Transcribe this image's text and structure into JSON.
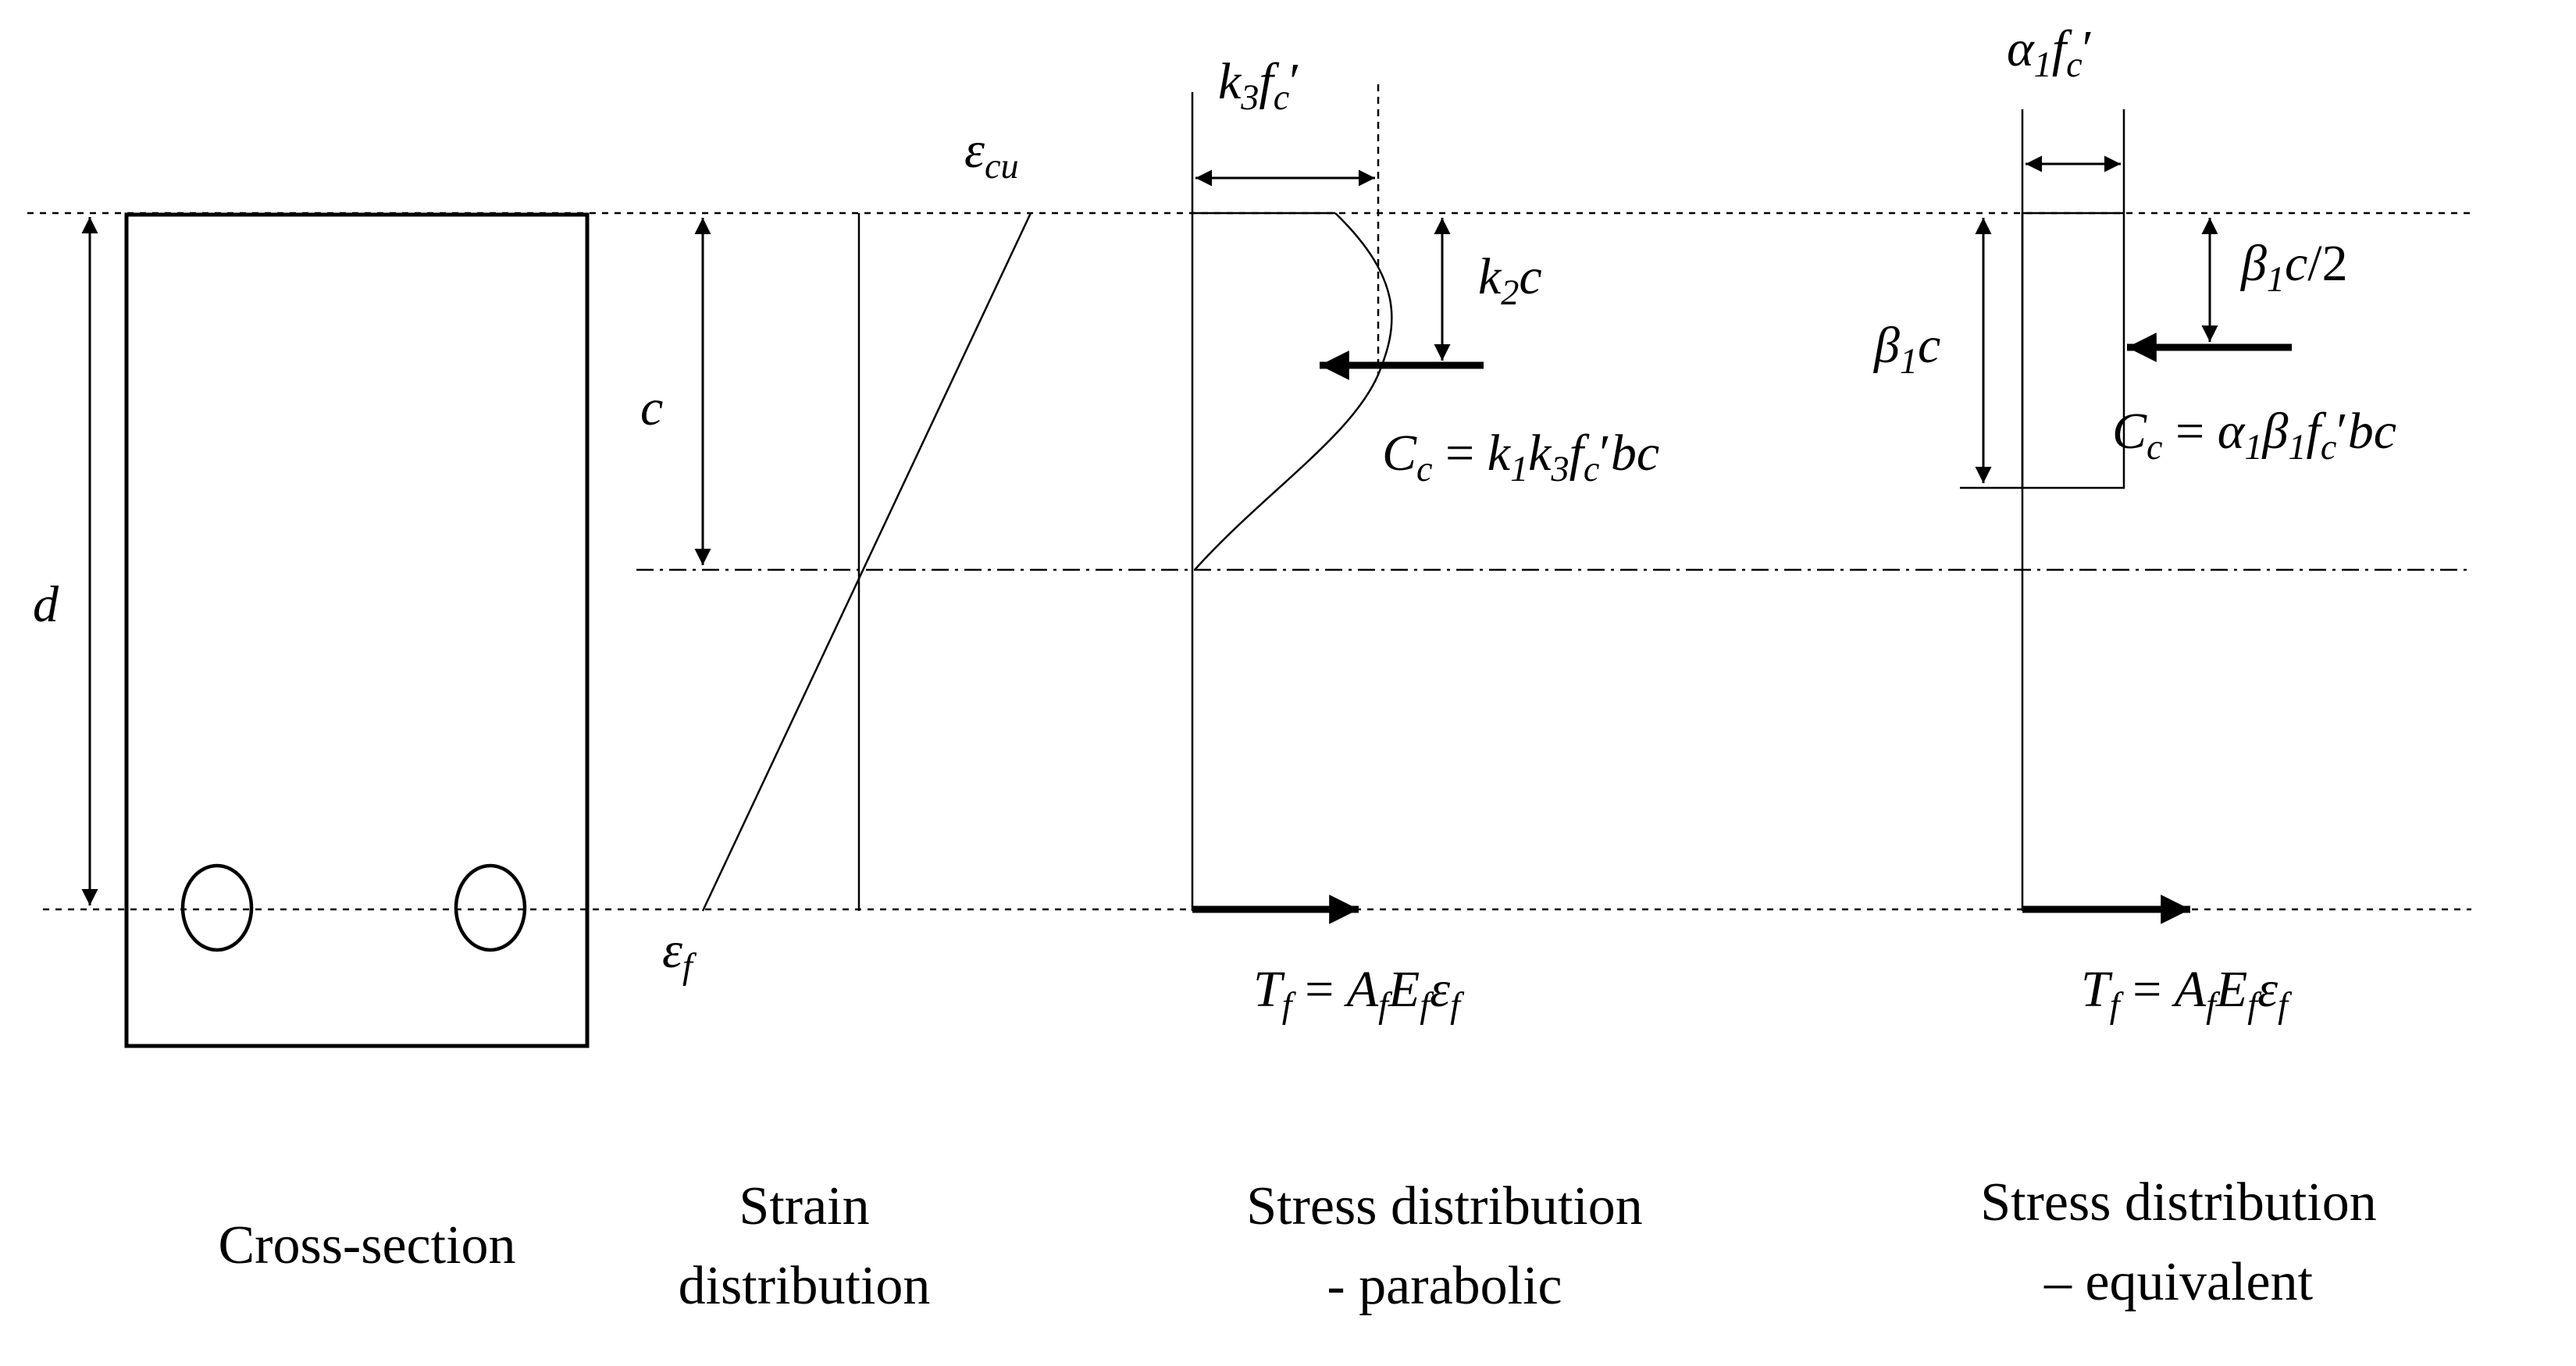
{
  "captions": {
    "cross_section": "Cross-section",
    "strain_line1": "Strain",
    "strain_line2": "distribution",
    "parabolic_line1": "Stress distribution",
    "parabolic_line2": "- parabolic",
    "equivalent_line1": "Stress distribution",
    "equivalent_line2": "– equivalent"
  },
  "symbols": {
    "d": "d",
    "c": "c",
    "epsilon": "ε",
    "cu_sub": "cu",
    "f_sub": "f",
    "k": "k",
    "k3_sub": "3",
    "k2_sub": "2",
    "k1_sub": "1",
    "fc": "f",
    "c_sub": "c",
    "prime": "′",
    "alpha": "α",
    "beta": "β",
    "one_sub": "1",
    "half": "/2",
    "C": "C",
    "T": "T",
    "A": "A",
    "E": "E",
    "eq": " = ",
    "bc": "bc"
  }
}
